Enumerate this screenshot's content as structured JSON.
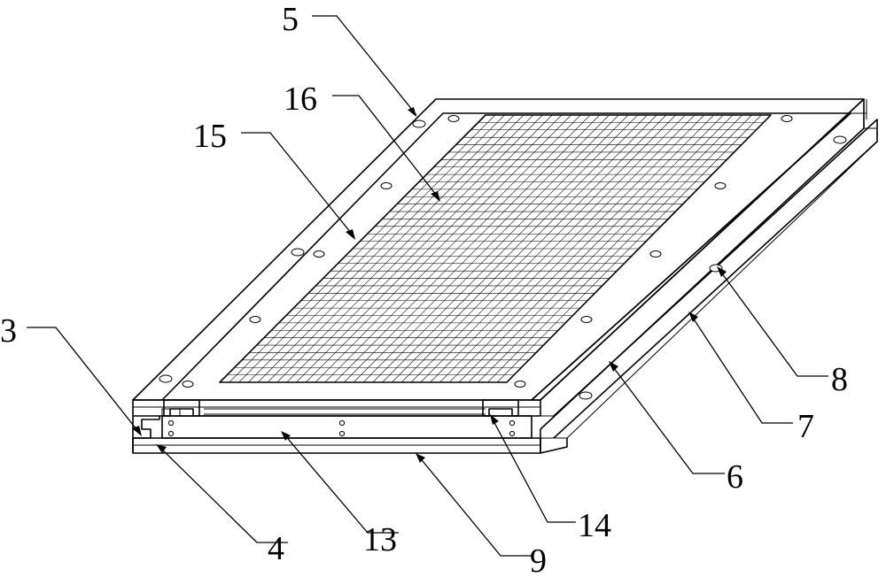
{
  "labels": {
    "l3": "3",
    "l4": "4",
    "l5": "5",
    "l6": "6",
    "l7": "7",
    "l8": "8",
    "l9": "9",
    "l13": "13",
    "l14": "14",
    "l15": "15",
    "l16": "16"
  }
}
